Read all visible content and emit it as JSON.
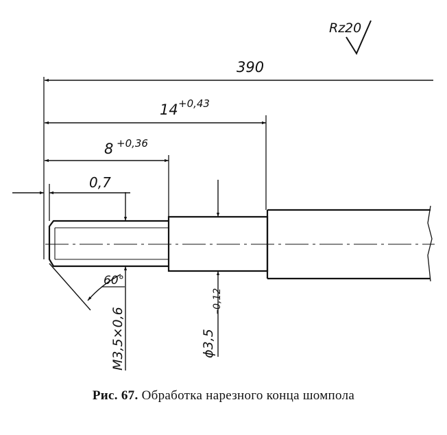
{
  "drawing": {
    "roughness": {
      "symbol": "Rz",
      "value": "20"
    },
    "overall_length": "390",
    "dim_14": {
      "base": "14",
      "tol": "+0,43"
    },
    "dim_8": {
      "base": "8",
      "tol": "+0,36"
    },
    "chamfer": "0,7",
    "angle": "60°",
    "thread": "M3,5×0,6",
    "diameter": {
      "base": "ϕ3,5",
      "tol": "–0,12"
    }
  },
  "caption": {
    "prefix": "Рис. 67.",
    "text": "Обработка нарезного конца шомпола"
  }
}
